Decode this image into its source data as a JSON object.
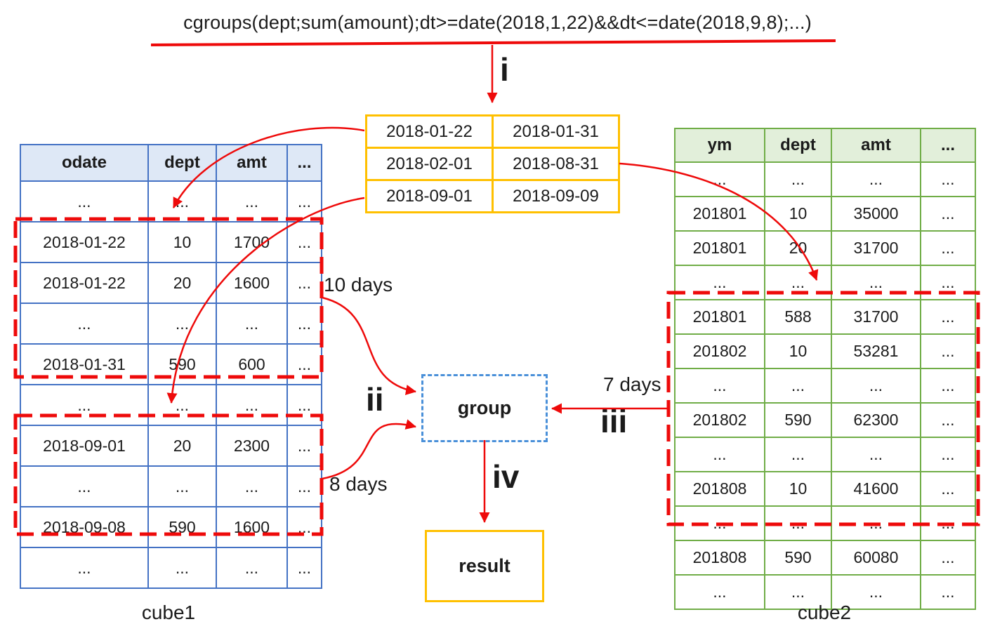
{
  "title_formula": "cgroups(dept;sum(amount);dt>=date(2018,1,22)&&dt<=date(2018,9,8);...)",
  "step_labels": {
    "i": "i",
    "ii": "ii",
    "iii": "iii",
    "iv": "iv"
  },
  "annotations": {
    "block1_days": "10 days",
    "block2_days": "8 days",
    "block3_days": "7 days"
  },
  "group_box": {
    "label": "group"
  },
  "result_box": {
    "label": "result"
  },
  "date_ranges": {
    "rows": [
      [
        "2018-01-22",
        "2018-01-31"
      ],
      [
        "2018-02-01",
        "2018-08-31"
      ],
      [
        "2018-09-01",
        "2018-09-09"
      ]
    ]
  },
  "cube1": {
    "caption": "cube1",
    "headers": [
      "odate",
      "dept",
      "amt",
      "..."
    ],
    "rows": [
      [
        "...",
        "...",
        "...",
        "..."
      ],
      [
        "2018-01-22",
        "10",
        "1700",
        "..."
      ],
      [
        "2018-01-22",
        "20",
        "1600",
        "..."
      ],
      [
        "...",
        "...",
        "...",
        "..."
      ],
      [
        "2018-01-31",
        "590",
        "600",
        "..."
      ],
      [
        "...",
        "...",
        "...",
        "..."
      ],
      [
        "2018-09-01",
        "20",
        "2300",
        "..."
      ],
      [
        "...",
        "...",
        "...",
        "..."
      ],
      [
        "2018-09-08",
        "590",
        "1600",
        "..."
      ],
      [
        "...",
        "...",
        "...",
        "..."
      ]
    ]
  },
  "cube2": {
    "caption": "cube2",
    "headers": [
      "ym",
      "dept",
      "amt",
      "..."
    ],
    "rows": [
      [
        "...",
        "...",
        "...",
        "..."
      ],
      [
        "201801",
        "10",
        "35000",
        "..."
      ],
      [
        "201801",
        "20",
        "31700",
        "..."
      ],
      [
        "...",
        "...",
        "...",
        "..."
      ],
      [
        "201801",
        "588",
        "31700",
        "..."
      ],
      [
        "201802",
        "10",
        "53281",
        "..."
      ],
      [
        "...",
        "...",
        "...",
        "..."
      ],
      [
        "201802",
        "590",
        "62300",
        "..."
      ],
      [
        "...",
        "...",
        "...",
        "..."
      ],
      [
        "201808",
        "10",
        "41600",
        "..."
      ],
      [
        "...",
        "...",
        "...",
        "..."
      ],
      [
        "201808",
        "590",
        "60080",
        "..."
      ],
      [
        "...",
        "...",
        "...",
        "..."
      ]
    ]
  },
  "colors": {
    "red_accent": "#EE0A0A",
    "cube1_border": "#4472C4",
    "cube1_header_fill": "#DEE8F6",
    "cube2_border": "#70AD47",
    "cube2_header_fill": "#E2EFDA",
    "orange_border": "#FFC000",
    "group_dash_blue": "#4A90D9"
  }
}
